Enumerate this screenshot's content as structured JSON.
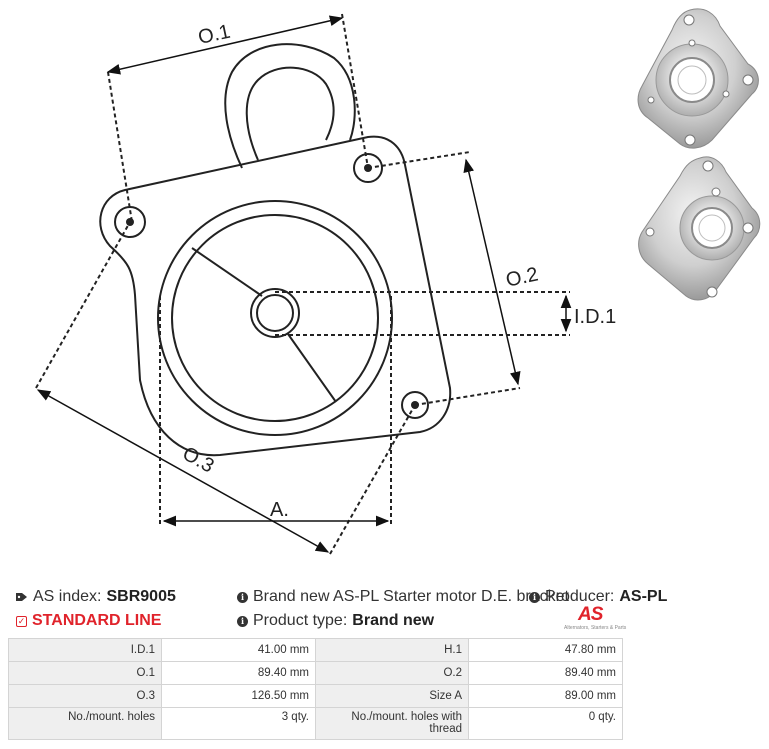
{
  "drawing": {
    "labels": {
      "o1": "O.1",
      "o2": "O.2",
      "o3": "O.3",
      "id1": "I.D.1",
      "a": "A."
    }
  },
  "info": {
    "as_index_label": "AS index:",
    "as_index_value": "SBR9005",
    "description": "Brand new AS-PL Starter motor D.E. bracket",
    "producer_label": "Producer:",
    "producer_value": "AS-PL",
    "standard_line": "STANDARD LINE",
    "product_type_label": "Product type:",
    "product_type_value": "Brand new"
  },
  "logo": {
    "mark": "AS",
    "subtitle": "Alternators, Starters & Parts",
    "color": "#e0232b"
  },
  "specs": {
    "rows": [
      [
        {
          "label": "I.D.1",
          "value": "41.00 mm"
        },
        {
          "label": "H.1",
          "value": "47.80 mm"
        }
      ],
      [
        {
          "label": "O.1",
          "value": "89.40 mm"
        },
        {
          "label": "O.2",
          "value": "89.40 mm"
        }
      ],
      [
        {
          "label": "O.3",
          "value": "126.50 mm"
        },
        {
          "label": "Size A",
          "value": "89.00 mm"
        }
      ],
      [
        {
          "label": "No./mount. holes",
          "value": "3 qty."
        },
        {
          "label": "No./mount. holes with thread",
          "value": "0 qty."
        }
      ]
    ]
  },
  "icons": [
    "tag-icon",
    "info-icon",
    "check-icon"
  ]
}
